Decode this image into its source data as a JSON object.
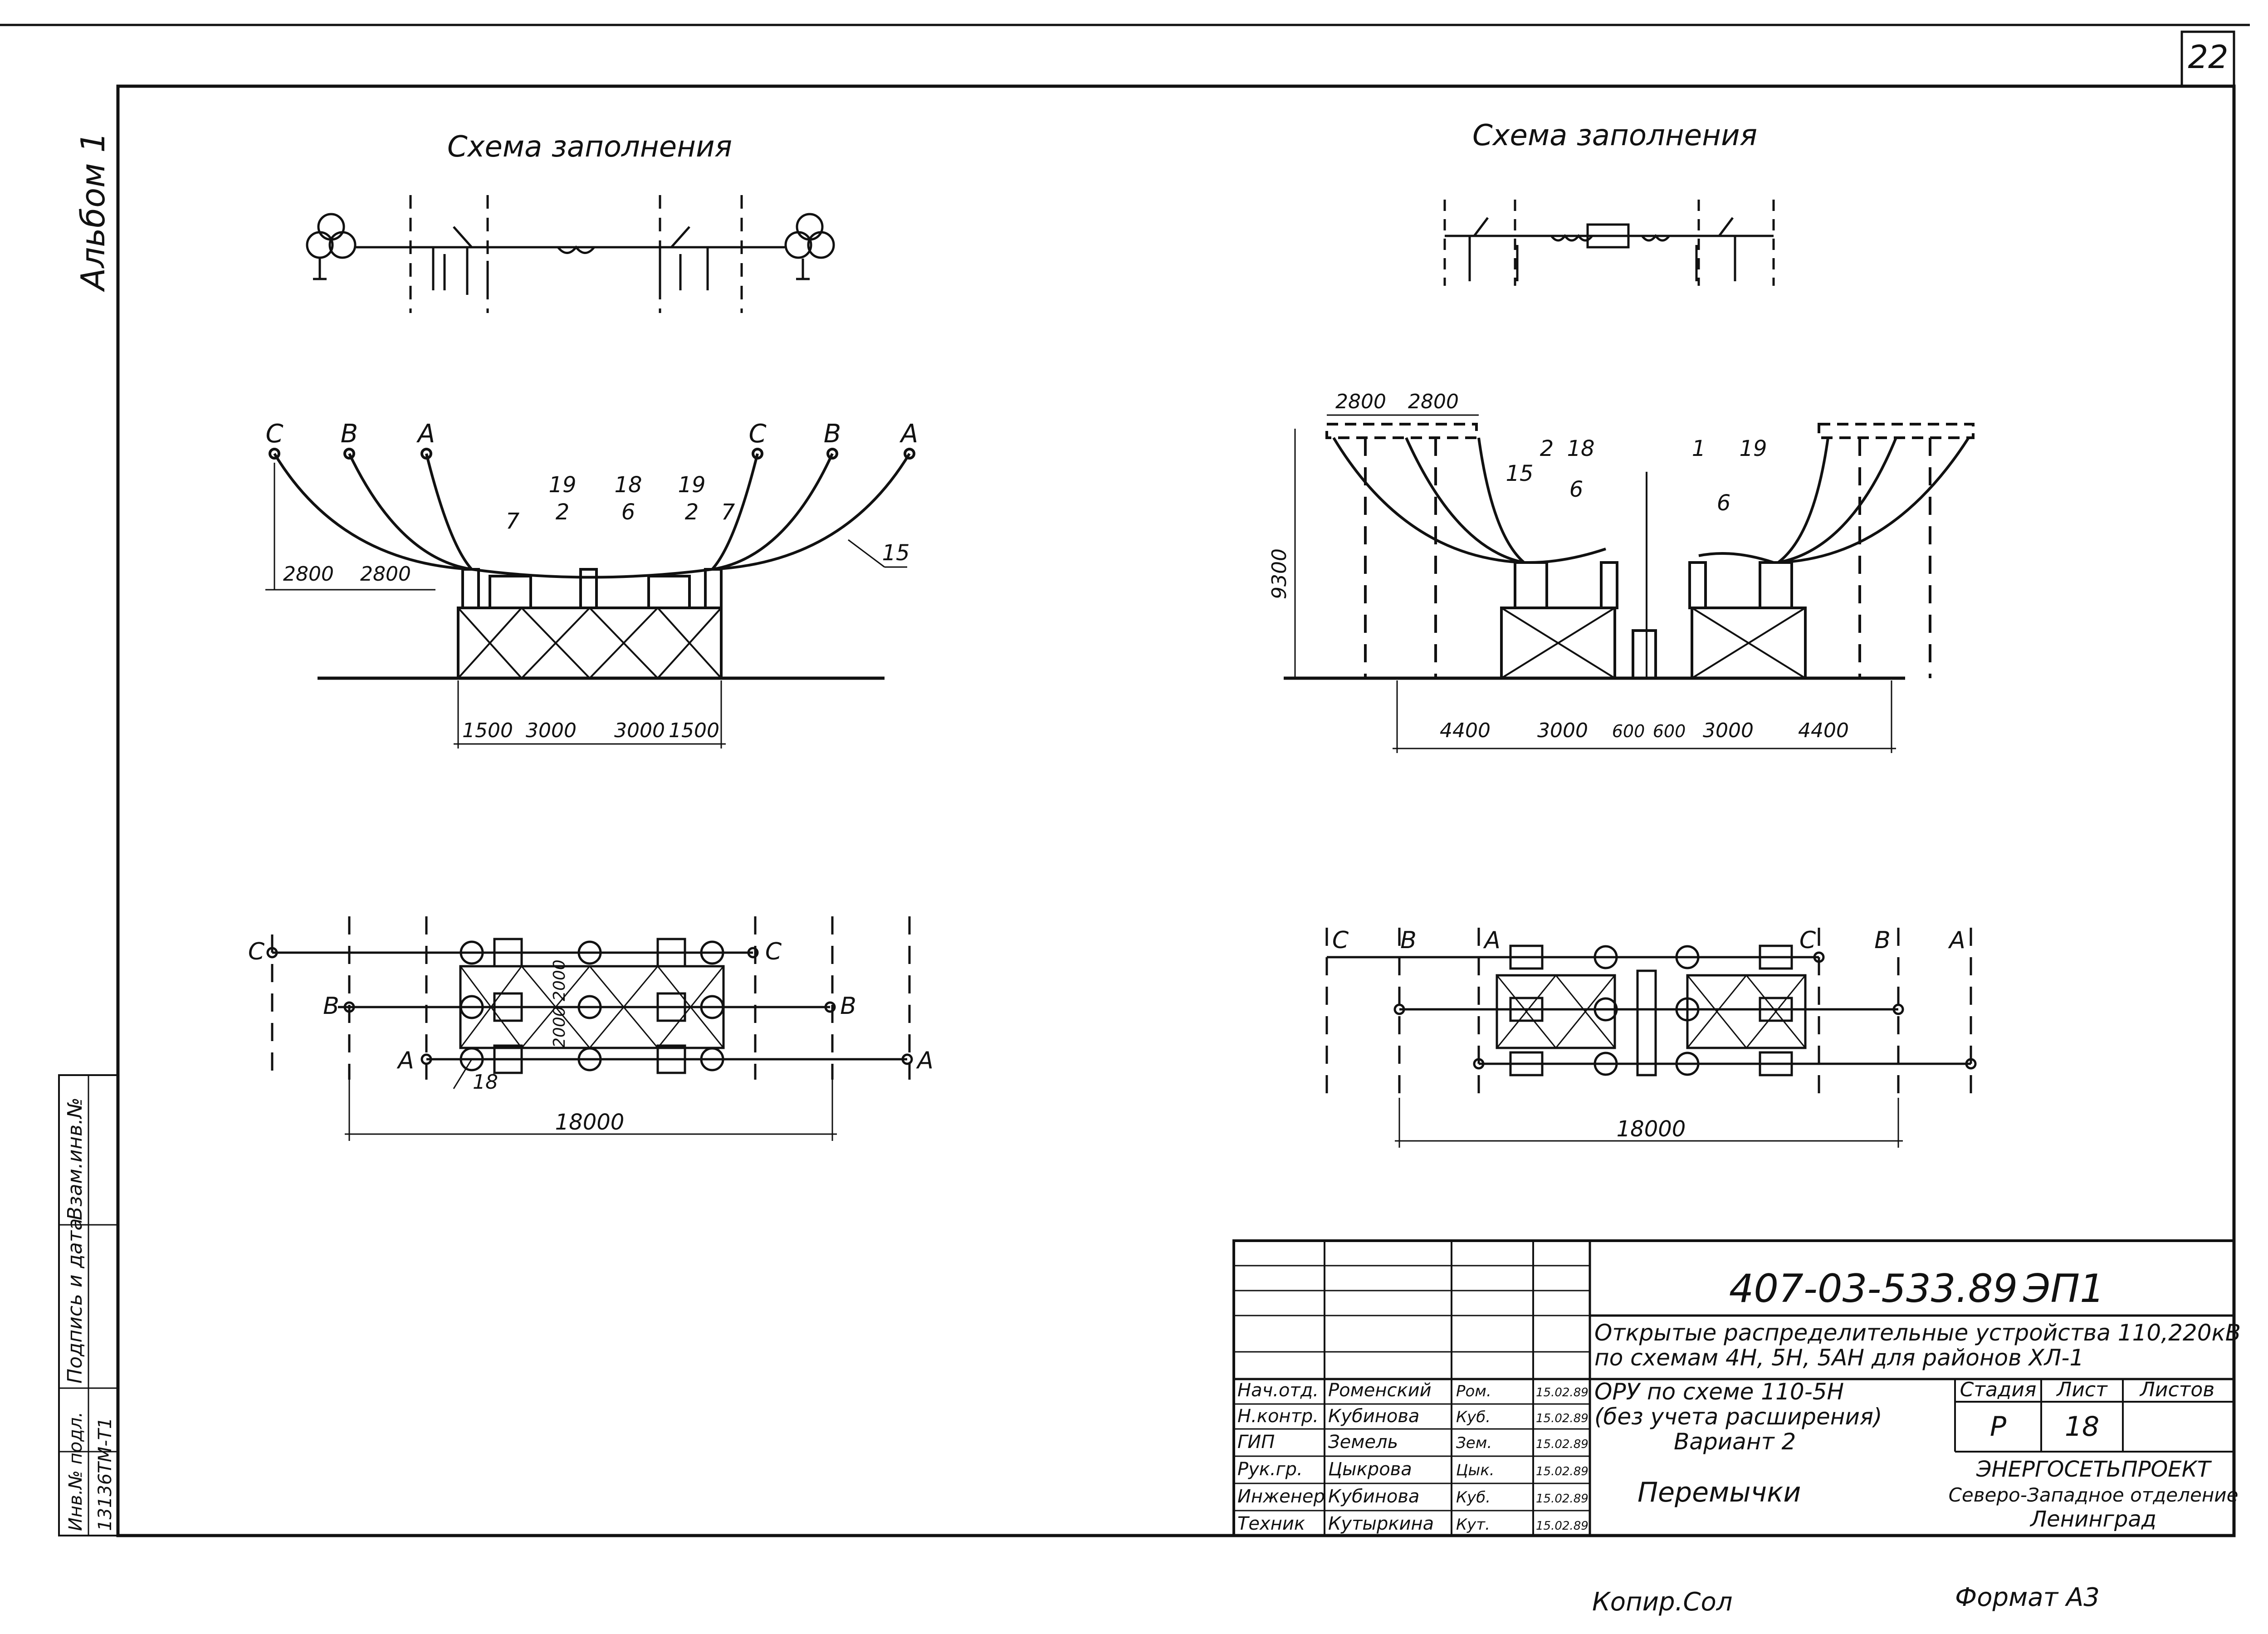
{
  "sheet": {
    "page_number": "22",
    "album_label": "Альбом 1",
    "copy_label": "Копир.Сол",
    "format_label": "Формат А3"
  },
  "left_view": {
    "scheme_title": "Схема заполнения",
    "phases": [
      "C",
      "B",
      "A"
    ],
    "callouts": [
      "7",
      "19",
      "2",
      "18",
      "6",
      "19",
      "2",
      "7",
      "15"
    ],
    "dim_top": [
      "2800",
      "2800"
    ],
    "dim_bottom": [
      "1500",
      "3000",
      "3000",
      "1500"
    ],
    "plan_dim": "18000",
    "plan_between": "2000 2000",
    "plan_callout": "18"
  },
  "right_view": {
    "scheme_title": "Схема заполнения",
    "phases": [
      "C",
      "B",
      "A"
    ],
    "callouts": [
      "2",
      "15",
      "18",
      "6",
      "1",
      "19",
      "6"
    ],
    "dim_top": [
      "2800",
      "2800"
    ],
    "dim_height": "9300",
    "dim_bottom": [
      "4400",
      "3000",
      "600",
      "600",
      "3000",
      "4400"
    ],
    "plan_dim": "18000"
  },
  "side_stamp": {
    "labels": [
      "Взам.инв.№",
      "Подпись и дата",
      "Инв.№ подл.",
      "13136ТМ-Т1"
    ]
  },
  "title_block": {
    "doc_code": "407-03-533.89",
    "doc_suffix": "ЭП1",
    "project_line1": "Открытые распределительные устройства 110,220кВ",
    "project_line2": "по схемам 4Н, 5Н, 5АН для районов ХЛ-1",
    "sheet_line1": "ОРУ по схеме 110-5Н",
    "sheet_line2": "(без учета расширения)",
    "sheet_line3": "Вариант 2",
    "sheet_title": "Перемычки",
    "stage_header": "Стадия",
    "sheet_header": "Лист",
    "sheets_header": "Листов",
    "stage": "Р",
    "sheet_no": "18",
    "org_line1": "ЭНЕРГОСЕТЬПРОЕКТ",
    "org_line2": "Северо-Западное отделение",
    "org_line3": "Ленинград",
    "signatures": [
      {
        "role": "Нач.отд.",
        "name": "Роменский",
        "sign": "Ром.",
        "date": "15.02.89"
      },
      {
        "role": "Н.контр.",
        "name": "Кубинова",
        "sign": "Куб.",
        "date": "15.02.89"
      },
      {
        "role": "ГИП",
        "name": "Земель",
        "sign": "Зем.",
        "date": "15.02.89"
      },
      {
        "role": "Рук.гр.",
        "name": "Цыкрова",
        "sign": "Цык.",
        "date": "15.02.89"
      },
      {
        "role": "Инженер",
        "name": "Кубинова",
        "sign": "Куб.",
        "date": "15.02.89"
      },
      {
        "role": "Техник",
        "name": "Кутыркина",
        "sign": "Кут.",
        "date": "15.02.89"
      }
    ]
  }
}
